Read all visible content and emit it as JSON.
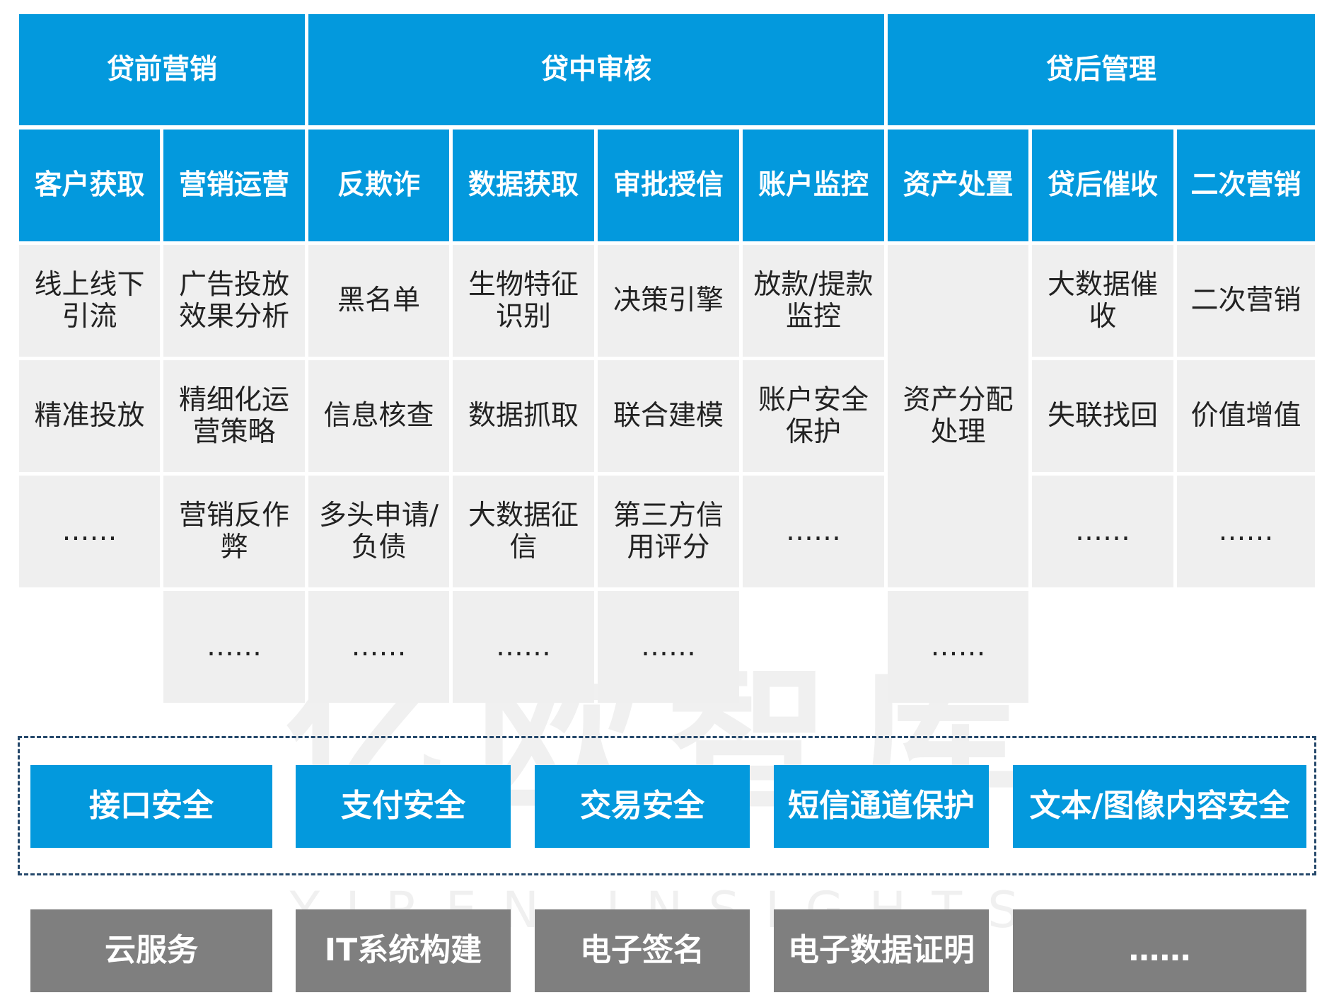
{
  "stages": [
    {
      "name": "贷前营销"
    },
    {
      "name": "贷中审核"
    },
    {
      "name": "贷后管理"
    }
  ],
  "columns": [
    "客户获取",
    "营销运营",
    "反欺诈",
    "数据获取",
    "审批授信",
    "账户监控",
    "资产处置",
    "贷后催收",
    "二次营销"
  ],
  "body": {
    "c0": [
      "线上线下引流",
      "精准投放",
      "……"
    ],
    "c1": [
      "广告投放效果分析",
      "精细化运营策略",
      "营销反作弊",
      "……"
    ],
    "c2": [
      "黑名单",
      "信息核查",
      "多头申请/负债",
      "……"
    ],
    "c3": [
      "生物特征识别",
      "数据抓取",
      "大数据征信",
      "……"
    ],
    "c4": [
      "决策引擎",
      "联合建模",
      "第三方信用评分",
      "……"
    ],
    "c5": [
      "放款/提款监控",
      "账户安全保护",
      "……"
    ],
    "c6": [
      "资产分配处理",
      "……"
    ],
    "c7": [
      "大数据催收",
      "失联找回",
      "……"
    ],
    "c8": [
      "二次营销",
      "价值增值",
      "……"
    ]
  },
  "security": [
    "接口安全",
    "支付安全",
    "交易安全",
    "短信通道保护",
    "文本/图像内容安全"
  ],
  "infrastructure": [
    "云服务",
    "IT系统构建",
    "电子签名",
    "电子数据证明",
    "……"
  ],
  "watermark": {
    "cn": "亿欧智库",
    "en": "YIREN INSIGHTS"
  },
  "colors": {
    "header_blue": "#0399dd",
    "cell_gray": "#efefef",
    "infra_gray": "#7f7f7f",
    "dash_border": "#25486b"
  }
}
